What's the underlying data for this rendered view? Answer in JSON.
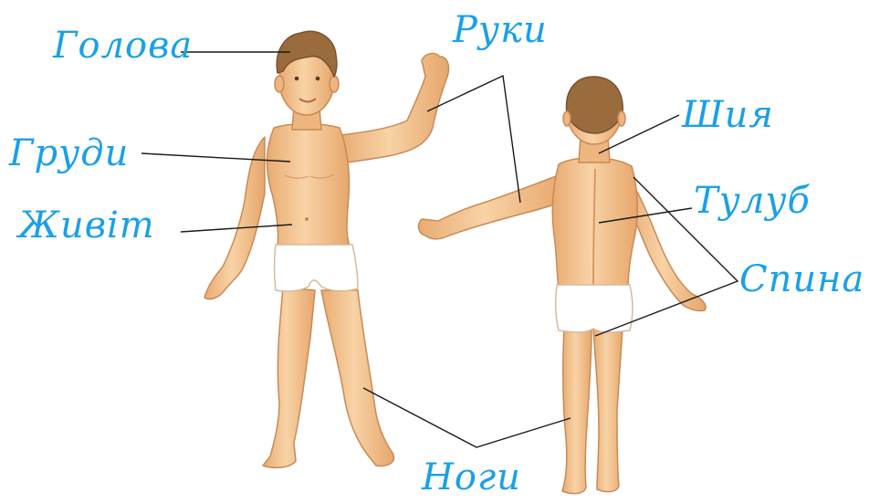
{
  "labels": {
    "head": "Голова",
    "arms": "Руки",
    "neck": "Шия",
    "chest": "Груди",
    "torso": "Тулуб",
    "belly": "Живіт",
    "back": "Спина",
    "legs": "Ноги"
  },
  "colors": {
    "label": "#1aa0e8",
    "line": "#1a1a1a",
    "skin": "#f5c896",
    "skin_shade": "#e3a56c",
    "skin_outline": "#c98a55",
    "hair": "#9a6b3c",
    "hair_dark": "#7a5230",
    "underwear": "#ffffff",
    "underwear_outline": "#d8b99a"
  }
}
